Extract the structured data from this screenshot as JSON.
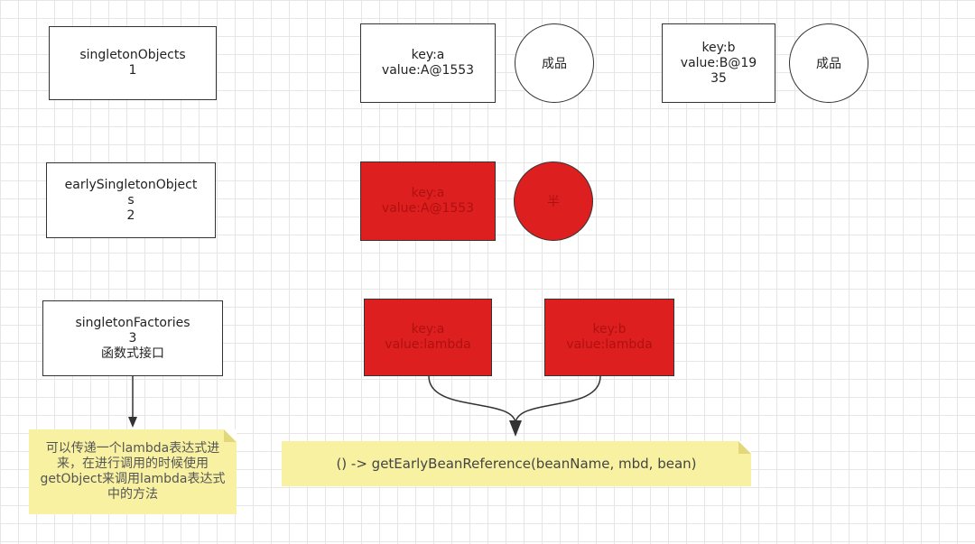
{
  "row1": {
    "store": "singletonObjects\n1",
    "entry_a": "key:a\nvalue:A@1553",
    "entry_a_circle": "成品",
    "entry_b": "key:b\nvalue:B@19\n35",
    "entry_b_circle": "成品"
  },
  "row2": {
    "store": "earlySingletonObject\ns\n2",
    "entry_a": "key:a\nvalue:A@1553",
    "entry_a_circle": "半"
  },
  "row3": {
    "store": "singletonFactories\n3\n函数式接口",
    "entry_a": "key:a\nvalue:lambda",
    "entry_b": "key:b\nvalue:lambda"
  },
  "notes": {
    "lambda_note": "可以传递一个lambda表达式进来，在进行调用的时候使用getObject来调用lambda表达式中的方法",
    "lambda_expr": "() -> getEarlyBeanReference(beanName, mbd, bean)"
  },
  "colors": {
    "accent_red": "#dd1f1f",
    "note_yellow": "#f8f1a2"
  }
}
